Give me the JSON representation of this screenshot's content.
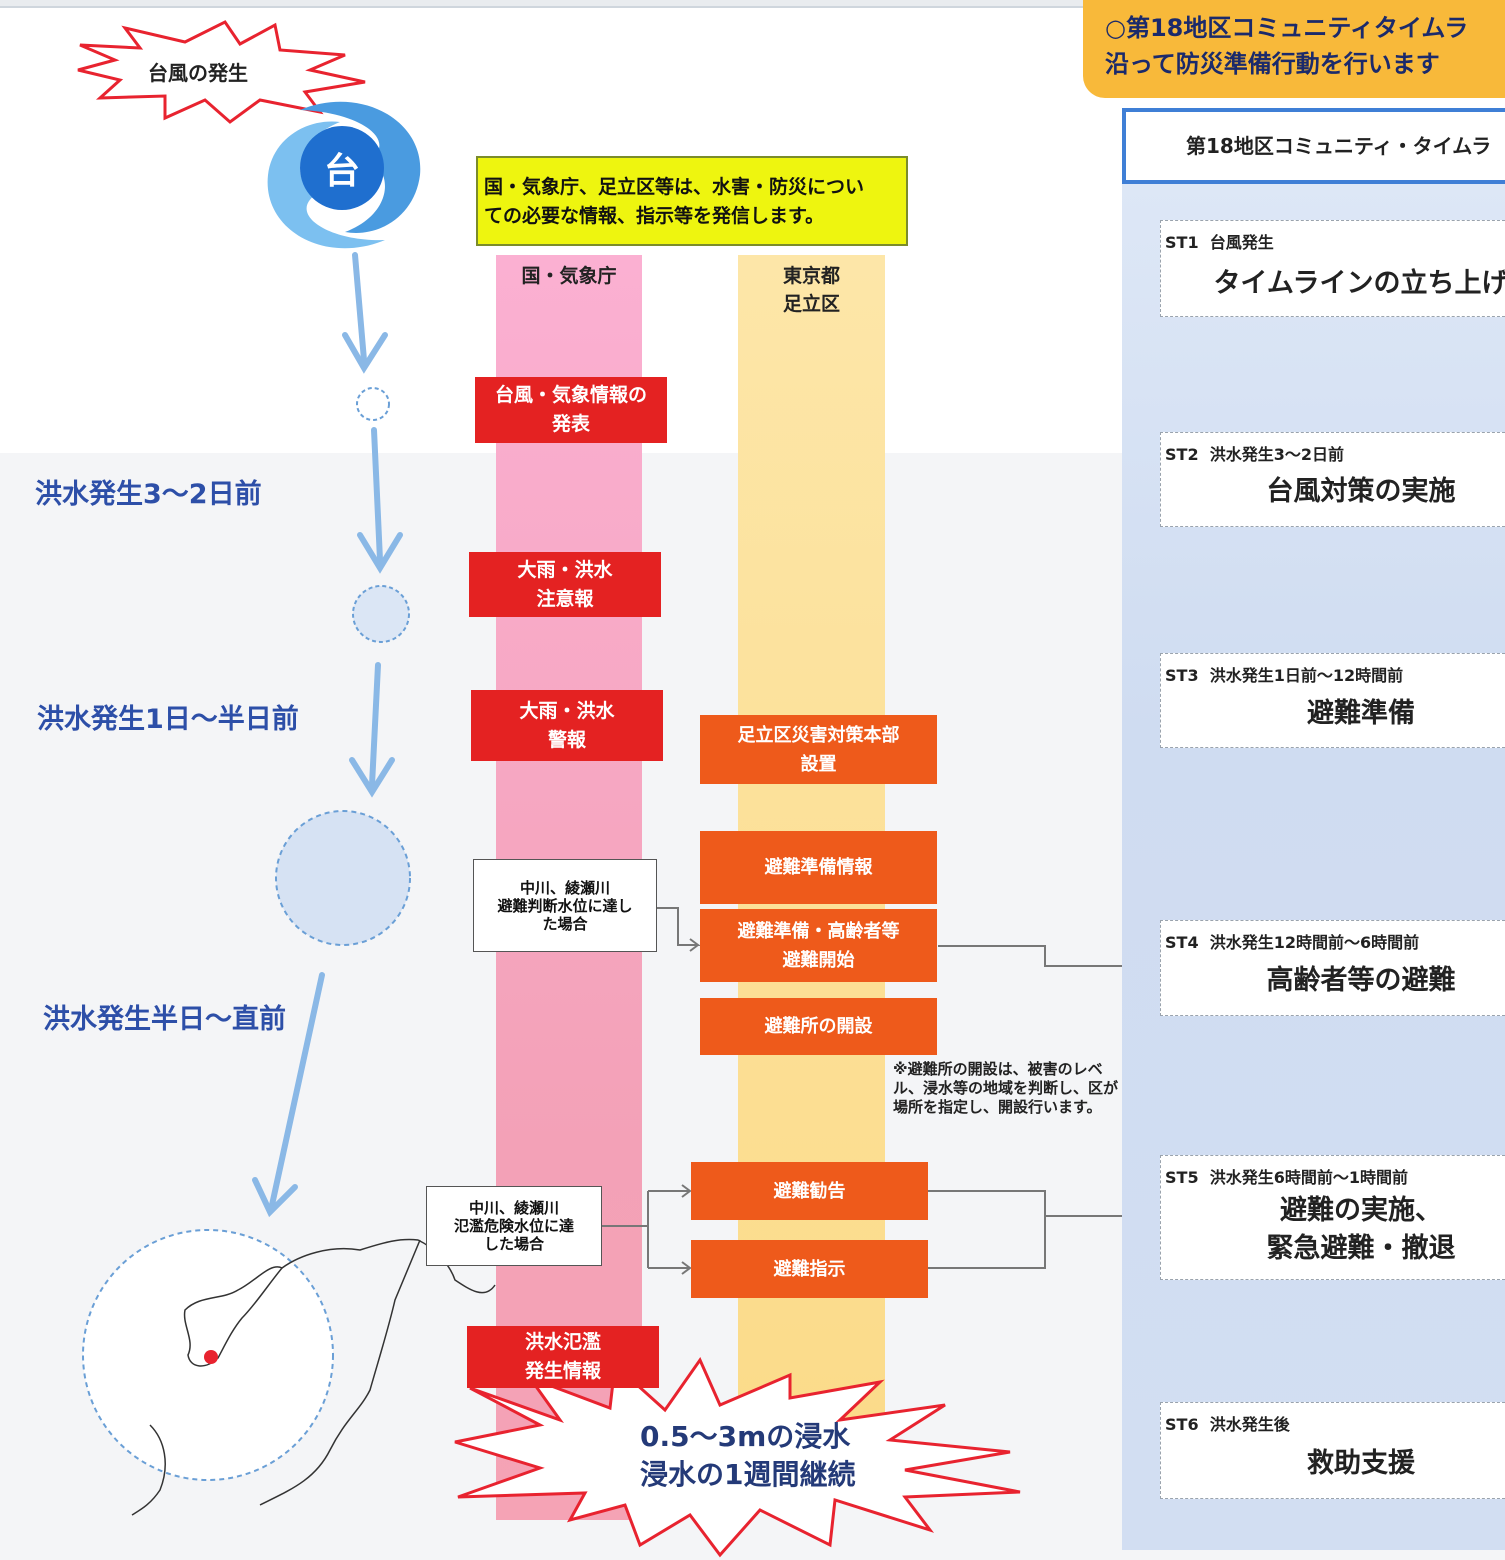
{
  "header": {
    "line1": "○第18地区コミュニティタイムラ",
    "line2": "沿って防災準備行動を行います"
  },
  "timeline_title": "第18地区コミュニティ・タイムラ",
  "typhoon": {
    "label": "台風の発生",
    "icon_char": "台"
  },
  "info_box": {
    "line1": "国・気象庁、足立区等は、水害・防災につい",
    "line2": "ての必要な情報、指示等を発信します。"
  },
  "lanes": {
    "national": "国・気象庁",
    "tokyo_line1": "東京都",
    "tokyo_line2": "足立区"
  },
  "periods": [
    "洪水発生3〜2日前",
    "洪水発生1日〜半日前",
    "洪水発生半日〜直前"
  ],
  "national_boxes": [
    {
      "line1": "台風・気象情報の",
      "line2": "発表"
    },
    {
      "line1": "大雨・洪水",
      "line2": "注意報"
    },
    {
      "line1": "大雨・洪水",
      "line2": "警報"
    },
    {
      "line1": "洪水氾濫",
      "line2": "発生情報"
    }
  ],
  "adachi_boxes": [
    {
      "line1": "足立区災害対策本部",
      "line2": "設置"
    },
    {
      "line1": "避難準備情報",
      "line2": ""
    },
    {
      "line1": "避難準備・高齢者等",
      "line2": "避難開始"
    },
    {
      "line1": "避難所の開設",
      "line2": ""
    },
    {
      "line1": "避難勧告",
      "line2": ""
    },
    {
      "line1": "避難指示",
      "line2": ""
    }
  ],
  "conditions": [
    {
      "line1": "中川、綾瀬川",
      "line2": "避難判断水位に達し",
      "line3": "た場合"
    },
    {
      "line1": "中川、綾瀬川",
      "line2": "氾濫危険水位に達",
      "line3": "した場合"
    }
  ],
  "note": "※避難所の開設は、被害のレベル、浸水等の地域を判断し、区が場所を指定し、開設行います。",
  "flood": {
    "line1": "0.5〜3mの浸水",
    "line2": "浸水の1週間継続"
  },
  "stages": [
    {
      "code": "ST1",
      "when": "台風発生",
      "title1": "タイムラインの立ち上げ",
      "title2": ""
    },
    {
      "code": "ST2",
      "when": "洪水発生3〜2日前",
      "title1": "台風対策の実施",
      "title2": ""
    },
    {
      "code": "ST3",
      "when": "洪水発生1日前〜12時間前",
      "title1": "避難準備",
      "title2": ""
    },
    {
      "code": "ST4",
      "when": "洪水発生12時間前〜6時間前",
      "title1": "高齢者等の避難",
      "title2": ""
    },
    {
      "code": "ST5",
      "when": "洪水発生6時間前〜1時間前",
      "title1": "避難の実施、",
      "title2": "緊急避難・撤退"
    },
    {
      "code": "ST6",
      "when": "洪水発生後",
      "title1": "救助支援",
      "title2": ""
    }
  ],
  "colors": {
    "national_red": "#e42222",
    "adachi_orange": "#ee5a1b",
    "pink_lane": "#f3a1b7",
    "yellow_lane": "#fbdb8a",
    "period_blue": "#2d4fa8",
    "header_orange": "#f8b93a",
    "info_yellow": "#eef50f"
  }
}
